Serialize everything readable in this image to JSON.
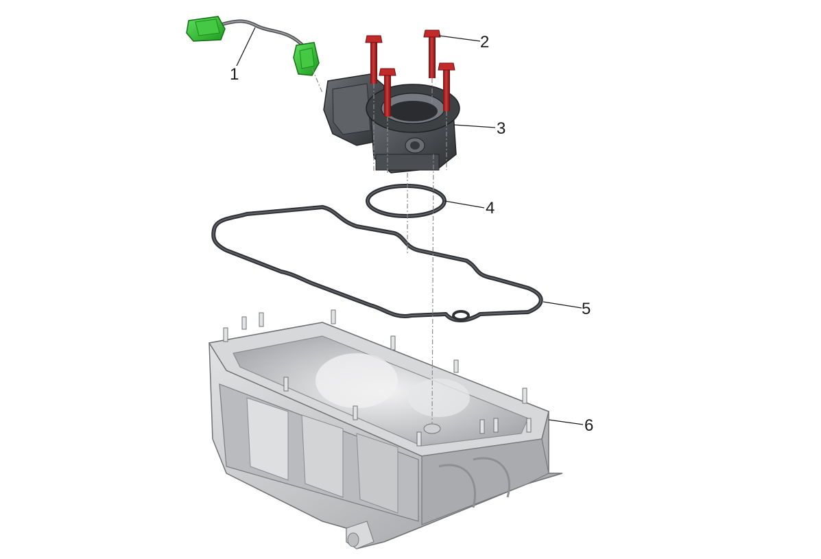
{
  "diagram": {
    "callouts": [
      {
        "number": "1",
        "part": "wiring-harness-connector"
      },
      {
        "number": "2",
        "part": "bolt"
      },
      {
        "number": "3",
        "part": "throttle-body"
      },
      {
        "number": "4",
        "part": "o-ring-seal"
      },
      {
        "number": "5",
        "part": "gasket"
      },
      {
        "number": "6",
        "part": "intake-manifold"
      }
    ],
    "colors": {
      "connector": "#2fbf2f",
      "bolt": "#b01f1f",
      "throttle_body": "#5a5d61",
      "seal": "#3a3d40",
      "manifold": "#c9cbcd"
    }
  }
}
